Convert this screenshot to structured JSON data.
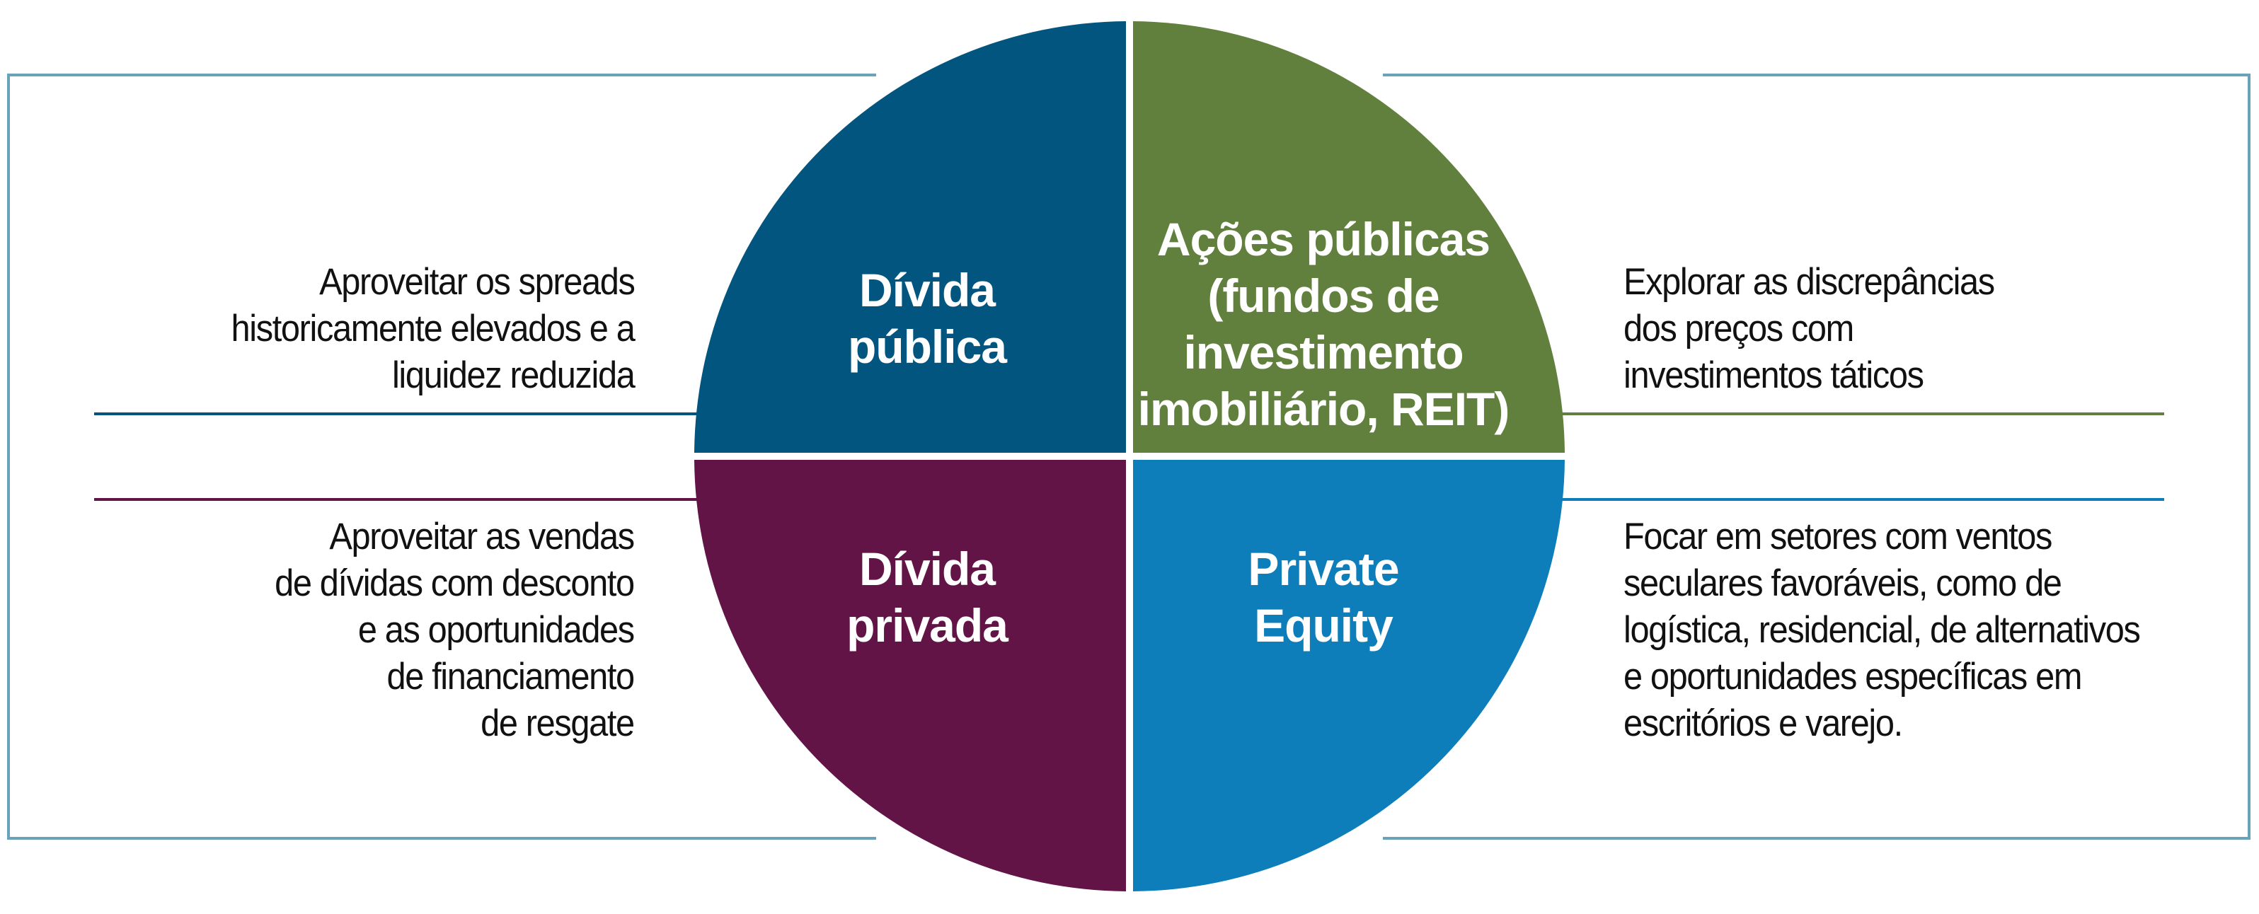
{
  "colors": {
    "frame": "#6aa3b8",
    "divida_publica": "#02557e",
    "acoes_publicas": "#62803d",
    "divida_privada": "#611445",
    "private_equity": "#0d7eba"
  },
  "quadrants": {
    "top_left": {
      "name": "Dívida pública",
      "lines": [
        "Dívida",
        "pública"
      ]
    },
    "top_right": {
      "name": "Ações públicas (fundos de investimento imobiliário, REIT)",
      "lines": [
        "Ações públicas",
        "(fundos de",
        "investimento",
        "imobiliário, REIT)"
      ]
    },
    "bottom_left": {
      "name": "Dívida privada",
      "lines": [
        "Dívida",
        "privada"
      ]
    },
    "bottom_right": {
      "name": "Private Equity",
      "lines": [
        "Private",
        "Equity"
      ]
    }
  },
  "descriptions": {
    "top_left": {
      "lines": [
        "Aproveitar os spreads",
        "historicamente elevados e a",
        "liquidez reduzida"
      ]
    },
    "top_right": {
      "lines": [
        "Explorar as discrepâncias",
        "dos preços com",
        "investimentos táticos"
      ]
    },
    "bottom_left": {
      "lines": [
        "Aproveitar as vendas",
        "de dívidas com desconto",
        "e as oportunidades",
        "de financiamento",
        "de resgate"
      ]
    },
    "bottom_right": {
      "lines": [
        "Focar em setores com ventos",
        "seculares favoráveis, como de",
        "logística, residencial, de alternativos",
        "e oportunidades específicas em",
        "escritórios e varejo."
      ]
    }
  }
}
